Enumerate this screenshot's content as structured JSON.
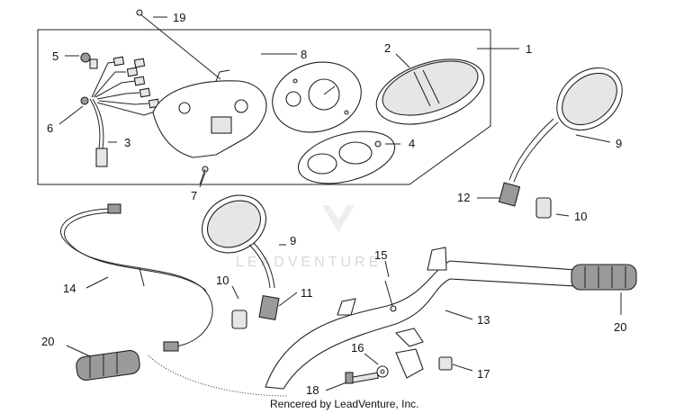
{
  "footer": {
    "text": "Rencered by LeadVenture, Inc."
  },
  "watermark": {
    "text": "LEADVENTURE"
  },
  "callouts": {
    "c1": "1",
    "c2": "2",
    "c3": "3",
    "c4": "4",
    "c5": "5",
    "c6": "6",
    "c7": "7",
    "c8": "8",
    "c9a": "9",
    "c9b": "9",
    "c10a": "10",
    "c10b": "10",
    "c11": "11",
    "c12": "12",
    "c13": "13",
    "c14": "14",
    "c15": "15",
    "c16": "16",
    "c17": "17",
    "c18": "18",
    "c19": "19",
    "c20a": "20",
    "c20b": "20"
  }
}
